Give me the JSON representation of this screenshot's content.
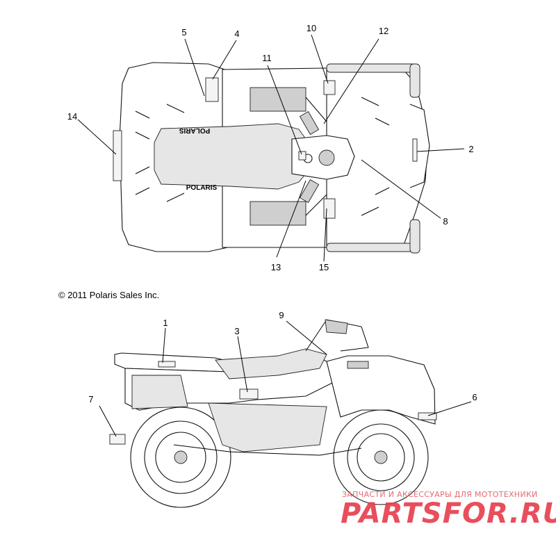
{
  "copyright": "© 2011 Polaris Sales Inc.",
  "brand_text": "POLARIS",
  "callouts": {
    "c1": "1",
    "c2": "2",
    "c3": "3",
    "c4": "4",
    "c5": "5",
    "c6": "6",
    "c7": "7",
    "c8": "8",
    "c9": "9",
    "c10": "10",
    "c11": "11",
    "c12": "12",
    "c13": "13",
    "c14": "14",
    "c15": "15"
  },
  "watermark": {
    "line1": "ЗАПЧАСТИ И АКСЕССУАРЫ ДЛЯ МОТОТЕХНИКИ",
    "line2": "PARTSFOR.RU",
    "color": "#e8404f"
  }
}
